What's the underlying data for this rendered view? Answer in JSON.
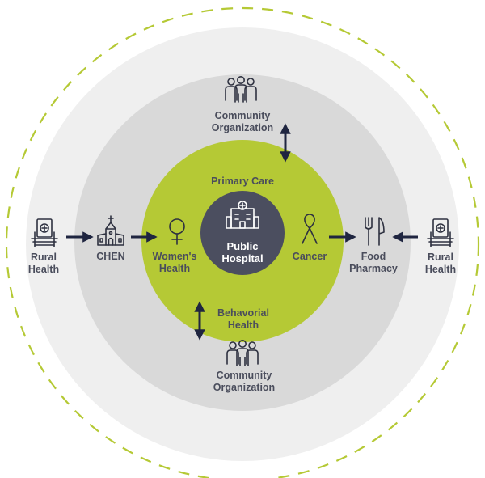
{
  "center": {
    "line1": "Public",
    "line2": "Hospital"
  },
  "inner_ring": {
    "primary_care": "Primary Care",
    "womens_health_1": "Women's",
    "womens_health_2": "Health",
    "cancer": "Cancer",
    "behavioral_1": "Behavorial",
    "behavioral_2": "Health"
  },
  "middle_ring": {
    "community_top_1": "Community",
    "community_top_2": "Organization",
    "community_bottom_1": "Community",
    "community_bottom_2": "Organization",
    "chen": "CHEN",
    "food_pharmacy_1": "Food",
    "food_pharmacy_2": "Pharmacy"
  },
  "outer_ring": {
    "rural_left_1": "Rural",
    "rural_left_2": "Health",
    "rural_right_1": "Rural",
    "rural_right_2": "Health"
  },
  "colors": {
    "green_accent": "#b5c935",
    "gray_ring": "#d9d9d9",
    "light_ring": "#efefef",
    "dark_center": "#4b4e5f",
    "arrow": "#1f2540"
  },
  "icons": {
    "people": "community-people-icon",
    "hospital": "hospital-building-icon",
    "church": "church-icon",
    "female": "female-symbol-icon",
    "ribbon": "awareness-ribbon-icon",
    "fork_knife": "fork-knife-icon",
    "rural": "rural-clinic-icon"
  }
}
